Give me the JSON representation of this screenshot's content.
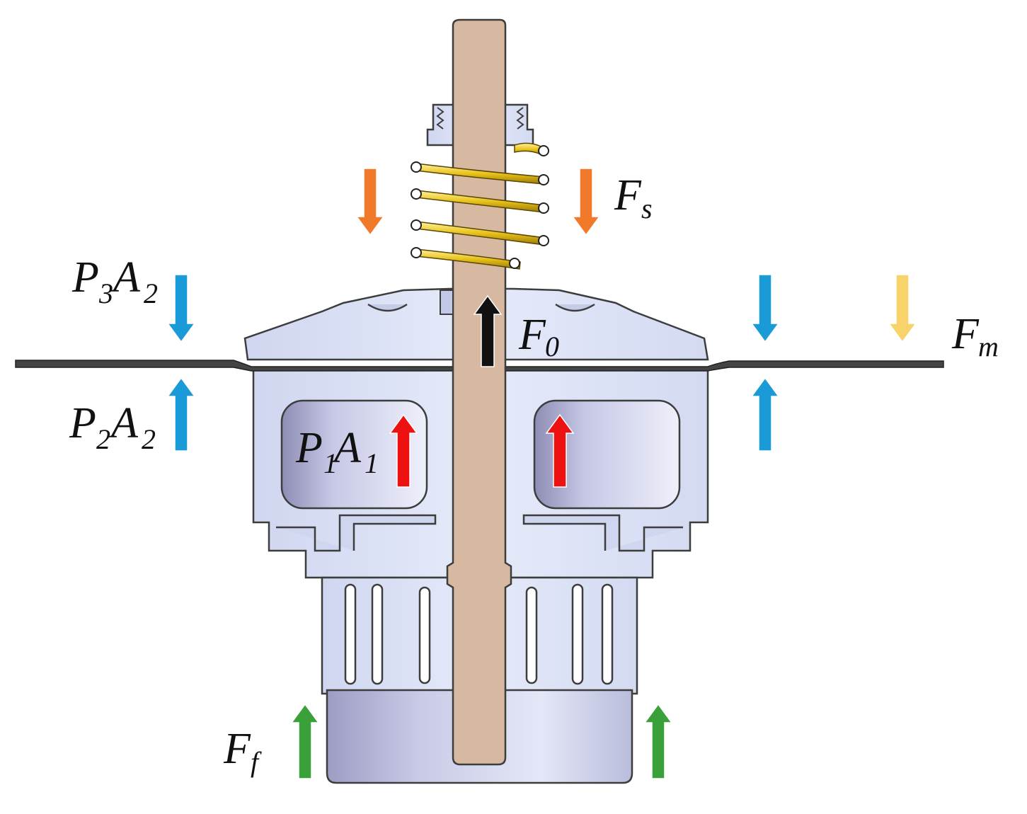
{
  "colors": {
    "body_fill": "#dfe5f7",
    "body_stroke": "#3d3d3d",
    "stem": "#d6b9a0",
    "spring": "#e8c21a",
    "diaphragm": "#444444",
    "arrow_orange": "#f07a2a",
    "arrow_blue": "#1a9ad6",
    "arrow_yellow": "#f7d36a",
    "arrow_red": "#ee1111",
    "arrow_black": "#111111",
    "arrow_green": "#3aa13a"
  },
  "labels": {
    "fs": {
      "base": "F",
      "sub": "s"
    },
    "fm": {
      "base": "F",
      "sub": "m"
    },
    "f0": {
      "base": "F",
      "sub": "0"
    },
    "ff": {
      "base": "F",
      "sub": "f"
    },
    "p3a2": {
      "p": "P",
      "p_sub": "3",
      "a": "A",
      "a_sub": "2"
    },
    "p2a2": {
      "p": "P",
      "p_sub": "2",
      "a": "A",
      "a_sub": "2"
    },
    "p1a1": {
      "p": "P",
      "p_sub": "1",
      "a": "A",
      "a_sub": "1"
    }
  },
  "icons": {
    "spring": "coil-spring-icon",
    "force_arrow": "force-arrow-icon"
  }
}
